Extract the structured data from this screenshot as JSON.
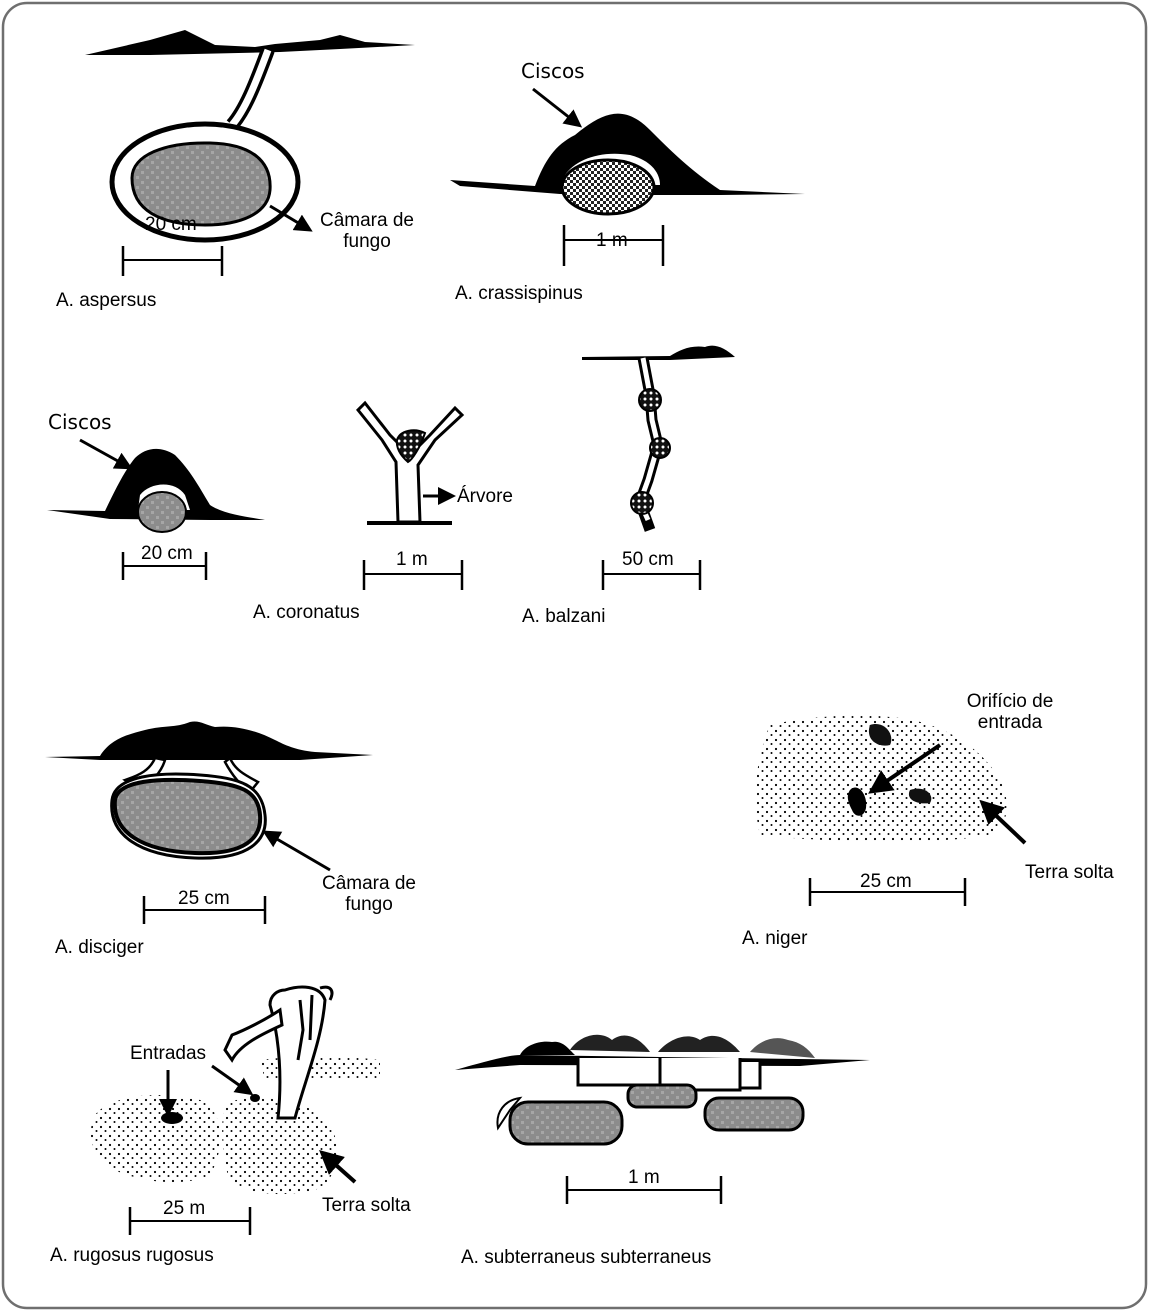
{
  "colors": {
    "border": "#6f6f6f",
    "ink": "#000000",
    "fungus_fill": "#8c8c8c",
    "background": "#ffffff"
  },
  "panels": {
    "aspersus": {
      "species": "A. aspersus",
      "scale": "20 cm",
      "chamber_label_1": "Câmara de",
      "chamber_label_2": "fungo"
    },
    "crassispinus": {
      "species": "A. crassispinus",
      "scale": "1 m",
      "debris_label": "Ciscos"
    },
    "ciscos_mound": {
      "debris_label": "Ciscos",
      "scale": "20 cm"
    },
    "coronatus": {
      "species": "A. coronatus",
      "scale": "1 m",
      "tree_label": "Árvore"
    },
    "balzani": {
      "species": "A. balzani",
      "scale": "50 cm"
    },
    "disciger": {
      "species": "A. disciger",
      "scale": "25 cm",
      "chamber_label_1": "Câmara de",
      "chamber_label_2": "fungo"
    },
    "niger": {
      "species": "A. niger",
      "scale": "25 cm",
      "entrance_label_1": "Orifício de",
      "entrance_label_2": "entrada",
      "soil_label": "Terra solta"
    },
    "rugosus": {
      "species": "A. rugosus rugosus",
      "scale": "25 m",
      "entrances_label": "Entradas",
      "soil_label": "Terra solta"
    },
    "subterraneus": {
      "species": "A. subterraneus subterraneus",
      "scale": "1 m"
    }
  }
}
